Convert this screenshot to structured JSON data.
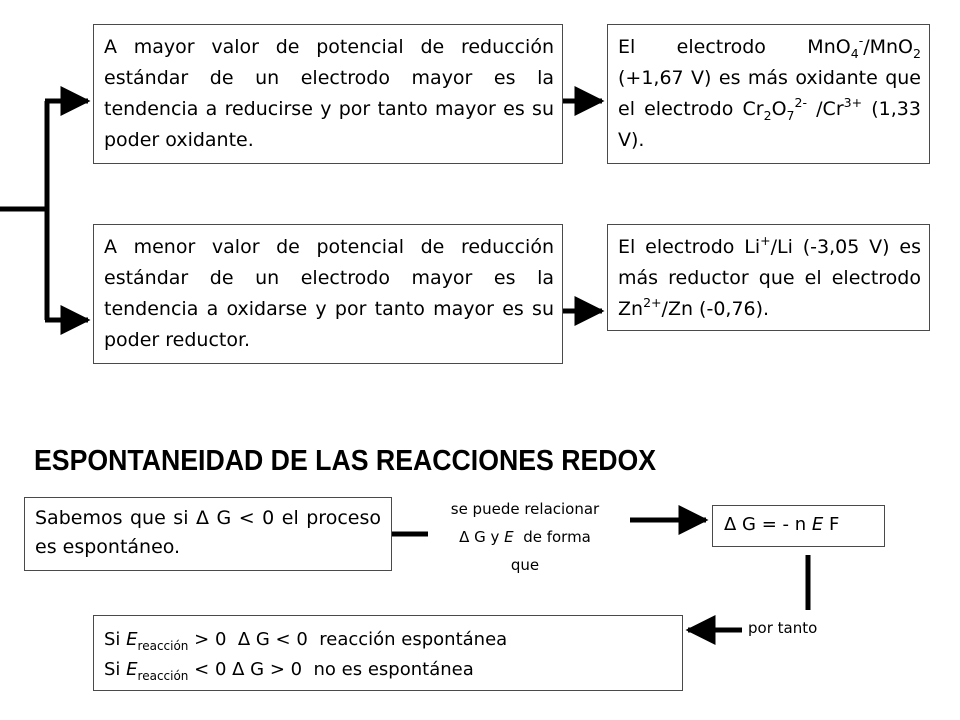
{
  "top_left": {
    "text": "A mayor valor de potencial de reducción estándar de un electrodo mayor es la tendencia a reducirse y por tanto mayor es su poder oxidante."
  },
  "top_right": {
    "t1": "El electrodo MnO",
    "s1": "4",
    "sp1": "-",
    "t2": "/MnO",
    "s2": "2",
    "t3": " (+1,67 V) es más oxidante que el electrodo Cr",
    "s3": "2",
    "t4": "O",
    "s4": "7",
    "sp2": "2-",
    "t5": " /Cr",
    "sp3": "3+",
    "t6": " (1,33 V)."
  },
  "bottom_left": {
    "text": "A menor valor de potencial de reducción estándar de un electrodo mayor es la tendencia a oxidarse y por tanto mayor es su poder reductor."
  },
  "bottom_right": {
    "t1": "El electrodo Li",
    "sp1": "+",
    "t2": "/Li (-3,05 V) es más reductor que el electrodo Zn",
    "sp2": "2+",
    "t3": "/Zn (-0,76)."
  },
  "section_title": "ESPONTANEIDAD DE LAS REACCIONES REDOX",
  "sabemos": {
    "text": "Sabemos que si Δ G < 0 el proceso es espontáneo."
  },
  "relate_label": {
    "line1": "se puede relacionar",
    "line2_pre": "Δ G y ",
    "line2_var": "E",
    "line2_post": "  de forma",
    "line3": "que"
  },
  "formula": {
    "pre": "Δ G = - n ",
    "var1": "E",
    "post": " F"
  },
  "por_tanto": "por tanto",
  "result": {
    "l1_pre": "Si ",
    "l1_var": "E",
    "l1_sub": "reacción",
    "l1_post": " > 0  Δ G < 0  reacción espontánea",
    "l2_pre": "Si ",
    "l2_var": "E",
    "l2_sub": "reacción",
    "l2_post": " < 0 Δ G > 0  no es espontánea"
  }
}
